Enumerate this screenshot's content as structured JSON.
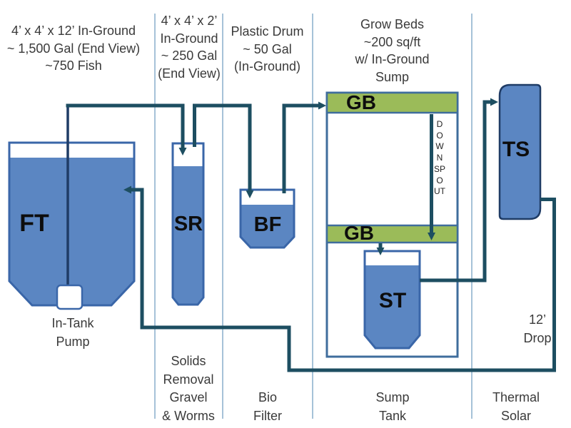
{
  "sections": {
    "fish_tank": {
      "header_lines": [
        "4’ x 4’ x 12’ In-Ground",
        "~ 1,500 Gal (End View)",
        "~750 Fish"
      ],
      "tank_label": "FT",
      "caption_lines": [
        "In-Tank",
        "Pump"
      ]
    },
    "solids_removal": {
      "header_lines": [
        "4’ x 4’ x 2’",
        "In-Ground",
        "~ 250 Gal",
        "(End View)"
      ],
      "tank_label": "SR",
      "caption_lines": [
        "Solids",
        "Removal",
        "Gravel",
        "& Worms"
      ]
    },
    "bio_filter": {
      "header_lines": [
        "Plastic Drum",
        "~ 50 Gal",
        "(In-Ground)"
      ],
      "tank_label": "BF",
      "caption_lines": [
        "Bio",
        "Filter"
      ]
    },
    "grow_beds": {
      "header_lines": [
        "Grow Beds",
        "~200 sq/ft",
        "w/ In-Ground",
        "Sump"
      ],
      "grow_bed_top_label": "GB",
      "grow_bed_bottom_label": "GB",
      "downspout_label": "DOWNSPOUT",
      "sump_tank_label": "ST",
      "caption_lines": [
        "Sump",
        "Tank"
      ]
    },
    "thermal_solar": {
      "tank_label": "TS",
      "drop_lines": [
        "12’",
        "Drop"
      ],
      "caption_lines": [
        "Thermal",
        "Solar"
      ]
    }
  },
  "colors": {
    "tank_fill": "#5b86c2",
    "tank_border": "#3a66a8",
    "container_border": "#3f6d9c",
    "grow_bed_fill": "#9bbb59",
    "pipe": "#1d4e61",
    "pump_line": "#1f3c66",
    "section_divider": "#a6c2d8",
    "text": "#3a3a3a"
  }
}
